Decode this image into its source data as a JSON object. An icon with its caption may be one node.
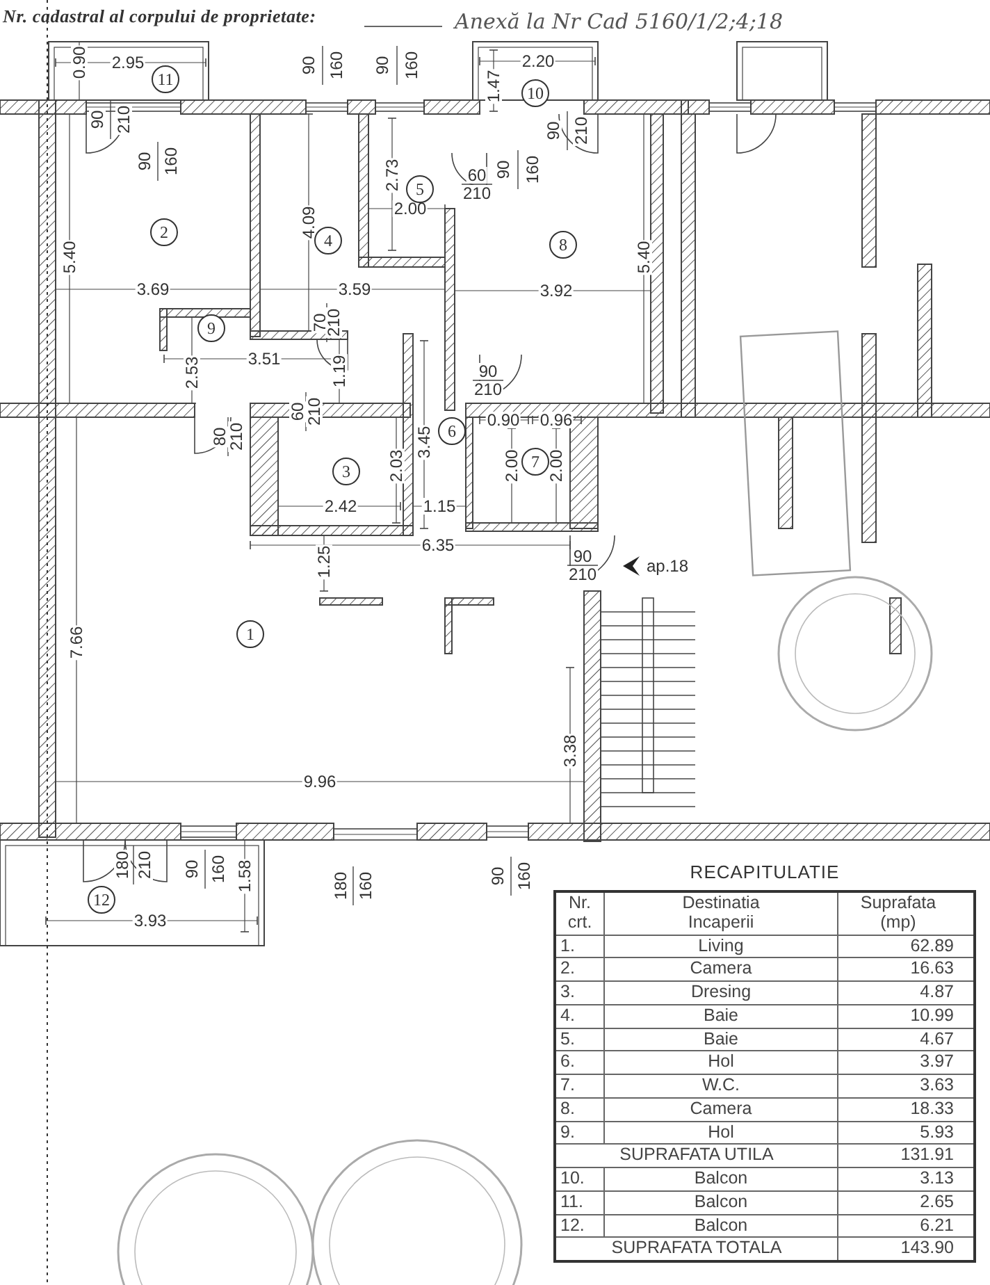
{
  "diagram": {
    "title": "Nr. cadastral al corpului de proprietate:",
    "nodes": [
      {
        "text": [
          "1"
        ]
      },
      {
        "text": [
          "2"
        ]
      },
      {
        "text": [
          "3"
        ]
      },
      {
        "text": [
          "4"
        ]
      },
      {
        "text": [
          "5"
        ]
      },
      {
        "text": [
          "6"
        ]
      },
      {
        "text": [
          "7"
        ]
      },
      {
        "text": [
          "8"
        ]
      },
      {
        "text": [
          "9"
        ]
      },
      {
        "text": [
          "10"
        ]
      },
      {
        "text": [
          "11"
        ]
      },
      {
        "text": [
          "12"
        ]
      }
    ],
    "labels": [
      "Anexă la Nr Cad 5160/1/2;4;18",
      "0.90",
      "2.95",
      "90",
      "160",
      "90",
      "160",
      "2.20",
      "1.47",
      "90",
      "210",
      "90",
      "160",
      "90",
      "210",
      "2.73",
      "60",
      "210",
      "90",
      "160",
      "2.00",
      "4.09",
      "5.40",
      "5.40",
      "3.69",
      "3.59",
      "3.92",
      "70",
      "210",
      "3.51",
      "2.53",
      "1.19",
      "90",
      "210",
      "60",
      "210",
      "80",
      "210",
      "3.45",
      "0.90",
      "0.96",
      "2.03",
      "2.00",
      "2.00",
      "2.42",
      "1.15",
      "1.25",
      "6.35",
      "90",
      "210",
      "ap.18",
      "7.66",
      "3.38",
      "9.96",
      "180",
      "210",
      "90",
      "160",
      "1.58",
      "180",
      "160",
      "90",
      "160",
      "3.93",
      "RECAPITULATIE",
      "Nr. crt.",
      "Destinatia Incaperii",
      "Suprafata (mp)",
      "1.",
      "Living",
      "62.89",
      "2.",
      "Camera",
      "16.63",
      "3.",
      "Dresing",
      "4.87",
      "4.",
      "Baie",
      "10.99",
      "5.",
      "Baie",
      "4.67",
      "6.",
      "Hol",
      "3.97",
      "7.",
      "W.C.",
      "3.63",
      "8.",
      "Camera",
      "18.33",
      "9.",
      "Hol",
      "5.93",
      "SUPRAFATA UTILA",
      "131.91",
      "10.",
      "Balcon",
      "3.13",
      "11.",
      "Balcon",
      "2.65",
      "12.",
      "Balcon",
      "6.21",
      "SUPRAFATA TOTALA",
      "143.90"
    ]
  }
}
